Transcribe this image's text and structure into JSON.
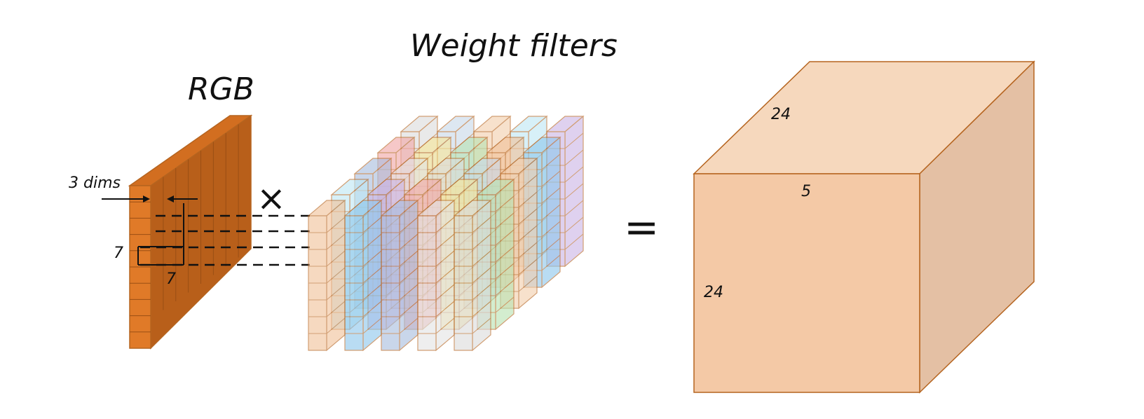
{
  "labels": {
    "weights_title": "Weight filters",
    "rgb_title": "RGB",
    "dims": "3 dims",
    "height": "7",
    "width": "7",
    "times": "×",
    "equals": "=",
    "out_width": "24",
    "out_depth": "5",
    "out_height": "24"
  },
  "colors": {
    "rgb_front": "#e07a28",
    "rgb_side": "#b85f1a",
    "rgb_top": "#d26e20",
    "edge": "#b5641f",
    "cube_front": "#f4c9a6",
    "cube_top": "#f6d8bd",
    "cube_side": "#e4c0a4",
    "filter_palette": [
      "#dcdcdc",
      "#c9d9ea",
      "#f3cfae",
      "#bfe8f5",
      "#cdb6e6",
      "#f2a8a8",
      "#f7e69a",
      "#b9e3b3",
      "#f2c29a",
      "#8fc8ec",
      "#a9bede",
      "#e4e4e4"
    ]
  }
}
